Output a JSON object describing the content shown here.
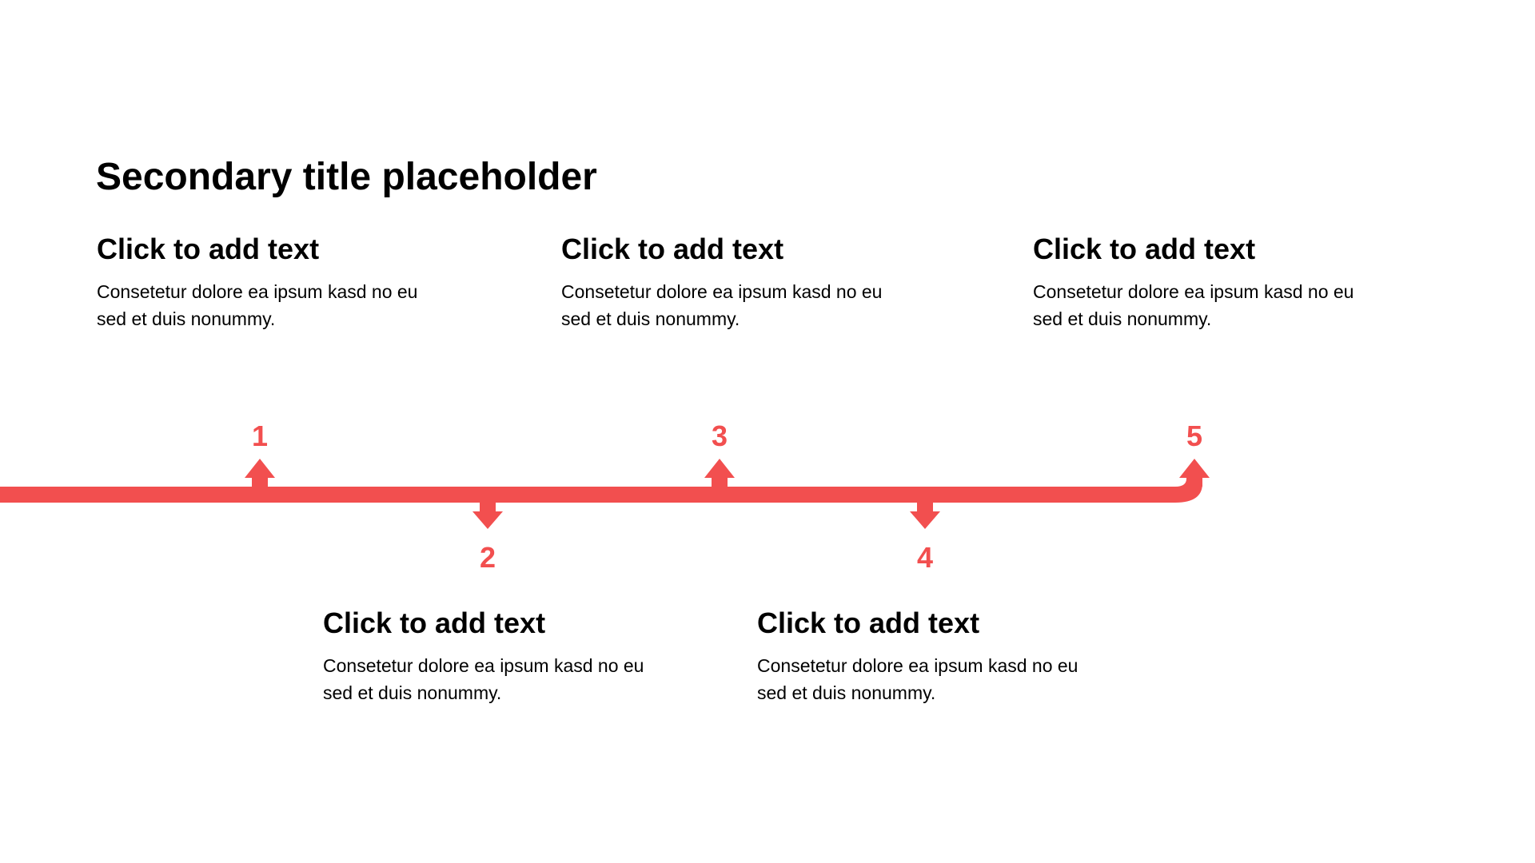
{
  "slide": {
    "title": "Secondary title placeholder",
    "accent_color": "#f24f4f",
    "text_color": "#000000",
    "background": "#ffffff"
  },
  "timeline": {
    "steps": [
      {
        "number": "1",
        "direction": "up",
        "heading": "Click to add text",
        "body": "Consetetur dolore ea ipsum kasd no eu sed et duis nonummy."
      },
      {
        "number": "2",
        "direction": "down",
        "heading": "Click to add text",
        "body": "Consetetur dolore ea ipsum kasd no eu sed et duis nonummy."
      },
      {
        "number": "3",
        "direction": "up",
        "heading": "Click to add text",
        "body": "Consetetur dolore ea ipsum kasd no eu sed et duis nonummy."
      },
      {
        "number": "4",
        "direction": "down",
        "heading": "Click to add text",
        "body": "Consetetur dolore ea ipsum kasd no eu sed et duis nonummy."
      },
      {
        "number": "5",
        "direction": "up",
        "heading": "Click to add text",
        "body": "Consetetur dolore ea ipsum kasd no eu sed et duis nonummy."
      }
    ]
  }
}
